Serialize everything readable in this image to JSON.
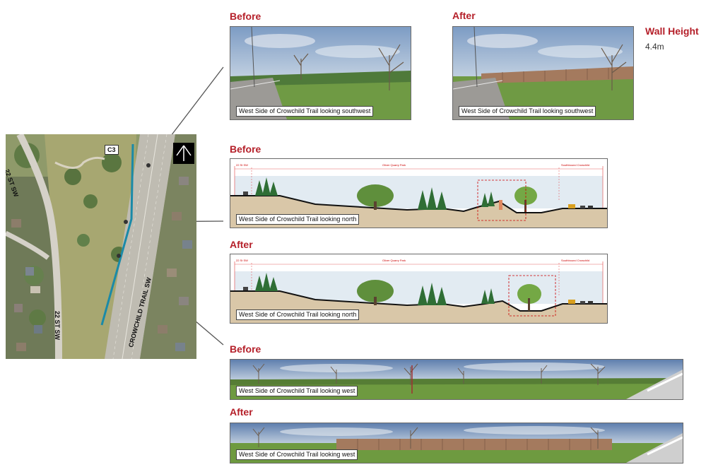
{
  "top_row": {
    "before_heading": "Before",
    "after_heading": "After",
    "before_caption": "West Side of Crowchild Trail looking southwest",
    "after_caption": "West Side of Crowchild Trail looking southwest"
  },
  "wall": {
    "title": "Wall Height",
    "value": "4.4m"
  },
  "cross_section": {
    "before_heading": "Before",
    "after_heading": "After",
    "before_caption": "West Side of Crowchild Trail looking north",
    "after_caption": "West Side of Crowchild Trail looking north",
    "labels": {
      "left": "22 St SW",
      "middle": "Oliver Quarry Park",
      "right": "Southbound Crowchild"
    }
  },
  "panorama": {
    "before_heading": "Before",
    "after_heading": "After",
    "before_caption": "West Side of Crowchild Trail looking west",
    "after_caption": "West Side of Crowchild Trail looking west"
  },
  "map": {
    "marker_label": "C3",
    "street_1": "22 ST SW",
    "street_2": "22 ST SW",
    "street_3": "CROWCHILD TRAIL SW"
  },
  "colors": {
    "heading": "#b5202a",
    "wall_line": "#1a8aa8",
    "wall_panels": "#a47a5e",
    "grass": "#5d8f3a"
  }
}
